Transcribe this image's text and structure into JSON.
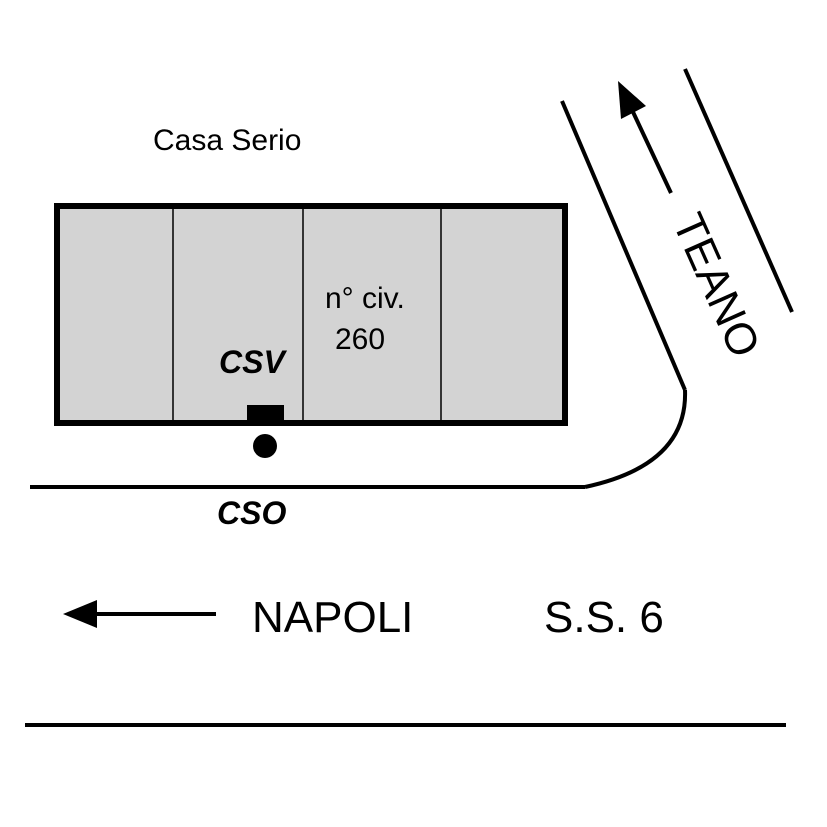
{
  "map": {
    "building_name": "Casa Serio",
    "house_number_label": "n° civ.",
    "house_number": "260",
    "csv_label": "CSV",
    "cso_label": "CSO",
    "road_teano": "TEANO",
    "road_napoli": "NAPOLI",
    "road_ss": "S.S. 6"
  },
  "colors": {
    "building_fill": "#d3d3d3",
    "line": "#000000",
    "background": "#ffffff"
  },
  "icons": {
    "arrow_teano": "arrow-up-left-icon",
    "arrow_napoli": "arrow-left-icon",
    "csv_marker": "rectangle-marker-icon",
    "cso_marker": "dot-marker-icon"
  }
}
